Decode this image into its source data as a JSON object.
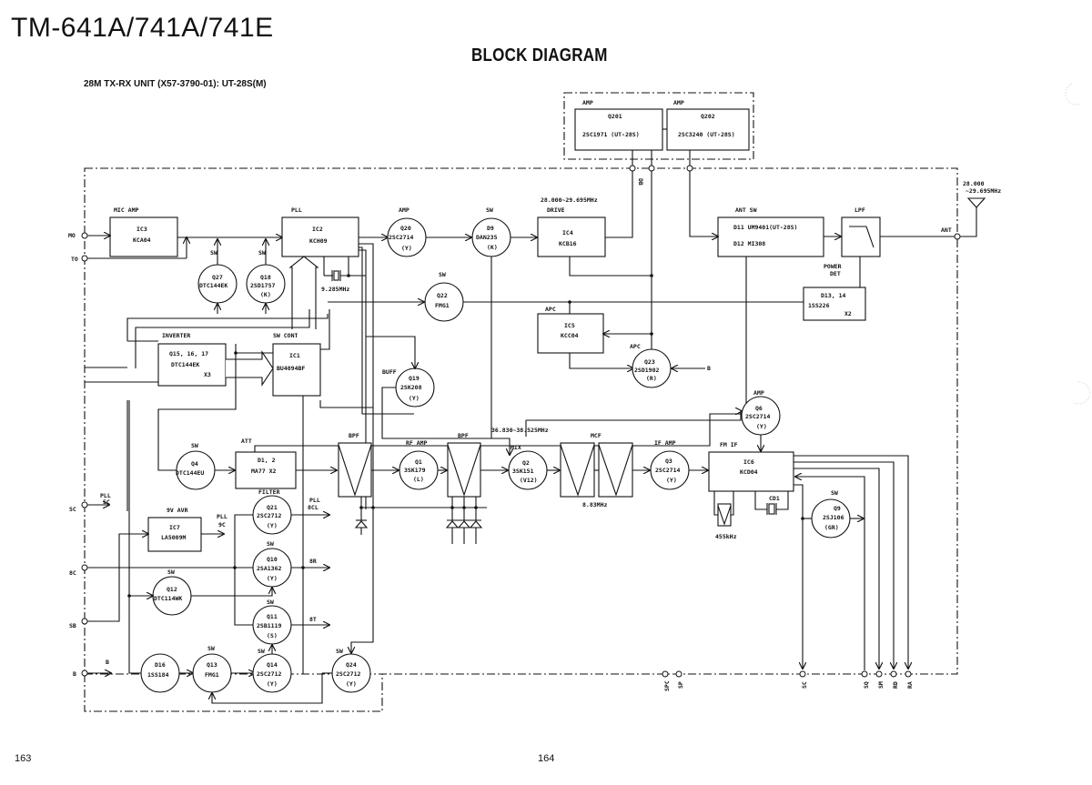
{
  "header": {
    "model": "TM-641A/741A/741E",
    "doc_title": "BLOCK DIAGRAM",
    "unit": "28M TX-RX UNIT (X57-3790-01): UT-28S(M)"
  },
  "footer": {
    "page_left": "163",
    "page_right": "164"
  },
  "blocks": {
    "q201": {
      "func": "AMP",
      "ref": "Q201",
      "part": "2SC1971 (UT-28S)"
    },
    "q202": {
      "func": "AMP",
      "ref": "Q202",
      "part": "2SC3240 (UT-28S)"
    },
    "ic3": {
      "func": "MIC AMP",
      "ref": "IC3",
      "part": "KCA04"
    },
    "ic2": {
      "func": "PLL",
      "ref": "IC2",
      "part": "KCH09"
    },
    "q20": {
      "func": "AMP",
      "ref": "Q20",
      "part": "2SC2714",
      "rank": "(Y)"
    },
    "d9": {
      "func": "SW",
      "ref": "D9",
      "part": "DAN235",
      "rank": "(K)"
    },
    "ic4": {
      "func": "DRIVE",
      "ref": "IC4",
      "part": "KCB16",
      "freq": "28.000~29.695MHz"
    },
    "antsw": {
      "func": "ANT SW",
      "line1": "D11 UM9401(UT-28S)",
      "line2": "D12 MI308"
    },
    "lpf": {
      "func": "LPF"
    },
    "ant": {
      "label": "ANT",
      "freq_line1": "28.000",
      "freq_line2": "~29.695MHz"
    },
    "powerdet": {
      "func_line1": "POWER",
      "func_line2": "DET",
      "ref": "D13, 14",
      "part": "1SS226",
      "qty": "X2"
    },
    "q27": {
      "func": "SW",
      "ref": "Q27",
      "part": "DTC144EK"
    },
    "q18": {
      "func": "SW",
      "ref": "Q18",
      "part": "2SD1757",
      "rank": "(K)"
    },
    "xtal": {
      "freq": "9.285MHz"
    },
    "q22": {
      "func": "SW",
      "ref": "Q22",
      "part": "FMG1"
    },
    "ic5": {
      "func": "APC",
      "ref": "IC5",
      "part": "KCC04"
    },
    "q23": {
      "func": "APC",
      "ref": "Q23",
      "part": "2SD1902",
      "rank": "(R)",
      "input": "B"
    },
    "inverter": {
      "func": "INVERTER",
      "ref": "Q15, 16, 17",
      "part": "DTC144EK",
      "qty": "X3"
    },
    "ic1": {
      "func": "SW CONT",
      "ref": "IC1",
      "part": "BU4094BF"
    },
    "q19": {
      "func": "BUFF",
      "ref": "Q19",
      "part": "2SK208",
      "rank": "(Y)"
    },
    "q6": {
      "func": "AMP",
      "ref": "Q6",
      "part": "2SC2714",
      "rank": "(Y)"
    },
    "q4": {
      "func": "SW",
      "ref": "Q4",
      "part": "DTC144EU"
    },
    "att": {
      "func": "ATT",
      "ref": "D1, 2",
      "part": "MA77 X2"
    },
    "bpf1": {
      "func": "BPF"
    },
    "q1": {
      "func": "RF AMP",
      "ref": "Q1",
      "part": "3SK179",
      "rank": "(L)"
    },
    "bpf2": {
      "func": "BPF"
    },
    "q2": {
      "func": "MIX",
      "ref": "Q2",
      "part": "3SK151",
      "rank": "(V12)",
      "lo_freq": "36.830~38.525MHz"
    },
    "mcf": {
      "func": "MCF",
      "freq": "8.83MHz"
    },
    "q3": {
      "func": "IF AMP",
      "ref": "Q3",
      "part": "2SC2714",
      "rank": "(Y)"
    },
    "ic6": {
      "func": "FM IF",
      "ref": "IC6",
      "part": "KCD04"
    },
    "cf": {
      "freq": "455kHz"
    },
    "cd1": {
      "ref": "CD1"
    },
    "q9": {
      "func": "SW",
      "ref": "Q9",
      "part": "2SJ106",
      "rank": "(GR)"
    },
    "ic7": {
      "func": "9V AVR",
      "ref": "IC7",
      "part": "LA5009M"
    },
    "q21": {
      "func": "FILTER",
      "ref": "Q21",
      "part": "2SC2712",
      "rank": "(Y)"
    },
    "q10": {
      "func": "SW",
      "ref": "Q10",
      "part": "2SA1362",
      "rank": "(Y)"
    },
    "q12": {
      "func": "SW",
      "ref": "Q12",
      "part": "DTC114WK"
    },
    "q11": {
      "func": "SW",
      "ref": "Q11",
      "part": "2SB1119",
      "rank": "(S)"
    },
    "d16": {
      "ref": "D16",
      "part": "1SS184"
    },
    "q13": {
      "func": "SW",
      "ref": "Q13",
      "part": "FMG1"
    },
    "q14": {
      "func": "SW",
      "ref": "Q14",
      "part": "2SC2712",
      "rank": "(Y)"
    },
    "q24": {
      "func": "SW",
      "ref": "Q24",
      "part": "2SC2712",
      "rank": "(Y)"
    }
  },
  "signals": {
    "pll_9c_l1": "PLL",
    "pll_9c_l2": "9C",
    "pll_8cl_l1": "PLL",
    "pll_8cl_l2": "8CL",
    "pll_5c_l1": "PLL",
    "pll_5c_l2": "5C",
    "out_8r": "8R",
    "out_8t": "8T",
    "out_b": "B",
    "db": "DB"
  },
  "terminals": {
    "left": [
      "MO",
      "TO",
      "5C",
      "8C",
      "SB",
      "B"
    ],
    "bottom": [
      "SPC",
      "SP",
      "SC",
      "SQ",
      "SM",
      "RD",
      "RA"
    ]
  }
}
